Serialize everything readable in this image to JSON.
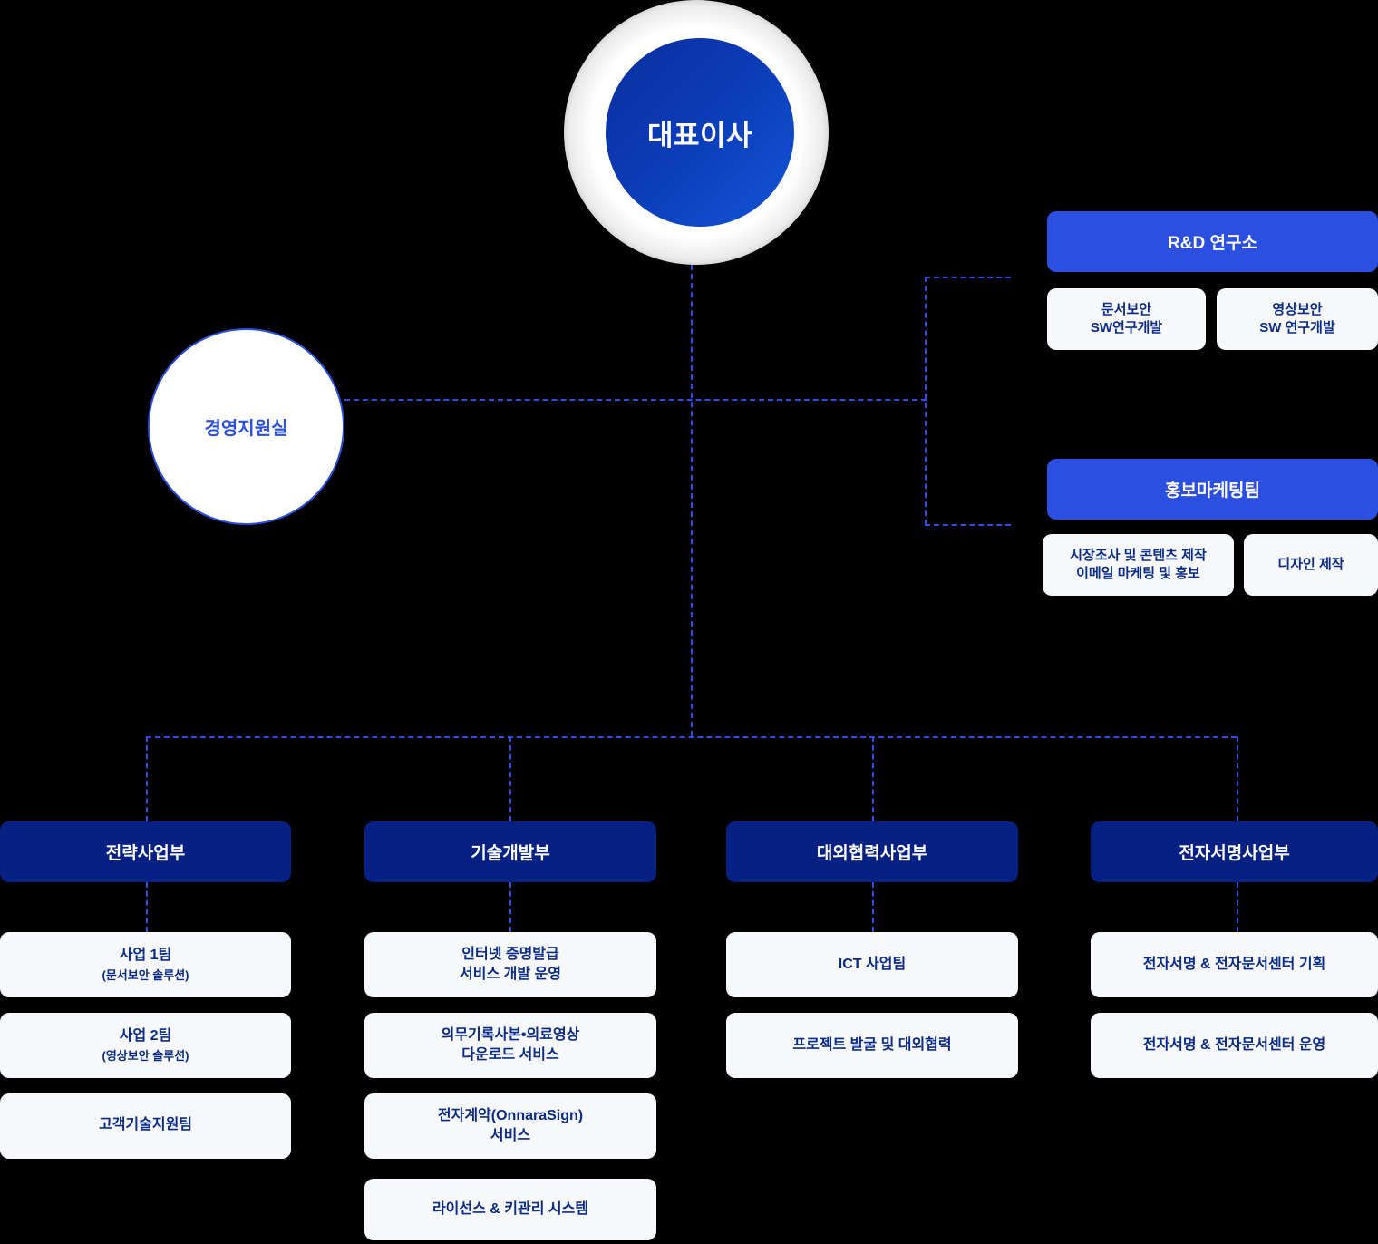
{
  "colors": {
    "background": "#000000",
    "ceo_fill_dark": "#0B2F9E",
    "ceo_fill_light": "#1355D6",
    "accent_blue": "#2B4FE0",
    "dept_navy": "#062183",
    "card_bg": "#F6F8FC",
    "card_text": "#0B2B86",
    "connector": "#2B4FE0"
  },
  "ceo": {
    "label": "대표이사"
  },
  "support": {
    "label": "경영지원실"
  },
  "side_groups": [
    {
      "title": "R&D 연구소",
      "items": [
        "문서보안\nSW연구개발",
        "영상보안\nSW 연구개발"
      ]
    },
    {
      "title": "홍보마케팅팀",
      "items": [
        "시장조사 및 콘텐츠 제작\n이메일 마케팅 및 홍보",
        "디자인 제작"
      ]
    }
  ],
  "departments": [
    {
      "title": "전략사업부",
      "items": [
        {
          "name": "사업 1팀",
          "note": "(문서보안 솔루션)"
        },
        {
          "name": "사업 2팀",
          "note": "(영상보안 솔루션)"
        },
        {
          "name": "고객기술지원팀",
          "note": ""
        }
      ]
    },
    {
      "title": "기술개발부",
      "items": [
        {
          "name": "인터넷 증명발급\n서비스 개발 운영",
          "note": ""
        },
        {
          "name": "의무기록사본•의료영상\n다운로드 서비스",
          "note": ""
        },
        {
          "name": "전자계약(OnnaraSign)\n서비스",
          "note": ""
        },
        {
          "name": "라이선스 & 키관리 시스템",
          "note": ""
        }
      ]
    },
    {
      "title": "대외협력사업부",
      "items": [
        {
          "name": "ICT 사업팀",
          "note": ""
        },
        {
          "name": "프로젝트 발굴 및 대외협력",
          "note": ""
        }
      ]
    },
    {
      "title": "전자서명사업부",
      "items": [
        {
          "name": "전자서명 & 전자문서센터 기획",
          "note": ""
        },
        {
          "name": "전자서명 & 전자문서센터 운영",
          "note": ""
        }
      ]
    }
  ]
}
